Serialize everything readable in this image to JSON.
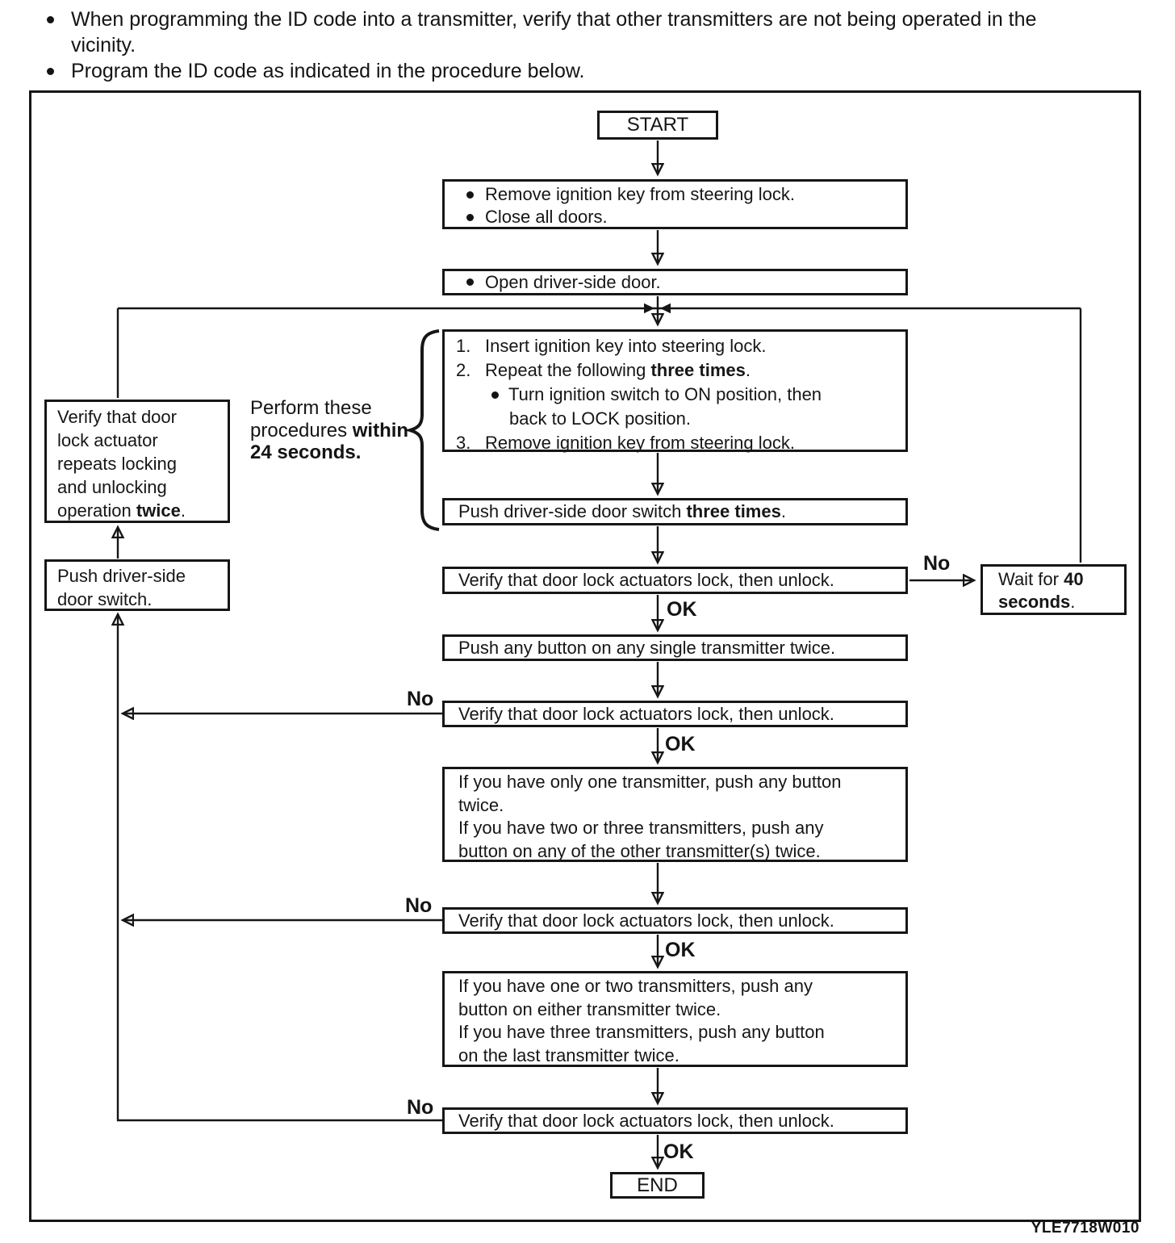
{
  "document": {
    "notes": [
      {
        "lines": [
          "When programming the ID code into a transmitter, verify that other transmitters are not being operated in the",
          "vicinity."
        ]
      },
      {
        "lines": [
          "Program the ID code as indicated in the procedure below."
        ]
      }
    ],
    "figure_code": "YLE7718W010"
  },
  "flowchart": {
    "terminals": {
      "start": "START",
      "end": "END"
    },
    "labels": {
      "ok": "OK",
      "no": "No"
    },
    "annotation": {
      "lines": [
        [
          {
            "t": "Perform these"
          }
        ],
        [
          {
            "t": "procedures "
          },
          {
            "t": "within",
            "b": true
          }
        ],
        [
          {
            "t": "24 seconds.",
            "b": true
          }
        ]
      ]
    },
    "boxes": {
      "prepare": {
        "bullets": [
          [
            {
              "t": "Remove ignition key from steering lock."
            }
          ],
          [
            {
              "t": "Close all doors."
            }
          ]
        ]
      },
      "open_door": {
        "bullets": [
          [
            {
              "t": "Open driver-side door."
            }
          ]
        ]
      },
      "key_cycle": {
        "lines": [
          {
            "marker": "1.",
            "segments": [
              {
                "t": "Insert ignition key into steering lock."
              }
            ]
          },
          {
            "marker": "2.",
            "segments": [
              {
                "t": "Repeat the following "
              },
              {
                "t": "three times",
                "b": true
              },
              {
                "t": "."
              }
            ]
          },
          {
            "marker": "",
            "segments": [
              {
                "t": "Turn ignition switch to ON position, then"
              }
            ]
          },
          {
            "marker": "",
            "segments": [
              {
                "t": "back to LOCK position."
              }
            ]
          },
          {
            "marker": "3.",
            "segments": [
              {
                "t": "Remove ignition key from steering lock."
              }
            ]
          }
        ]
      },
      "push_switch_three": {
        "segments": [
          {
            "t": "Push driver-side door switch "
          },
          {
            "t": "three times",
            "b": true
          },
          {
            "t": "."
          }
        ]
      },
      "verify_lock_unlock": {
        "text": "Verify that door lock actuators lock, then unlock."
      },
      "wait": {
        "lines": [
          [
            {
              "t": "Wait for "
            },
            {
              "t": "40",
              "b": true
            }
          ],
          [
            {
              "t": "seconds",
              "b": true
            },
            {
              "t": "."
            }
          ]
        ]
      },
      "push_any_single": {
        "text": "Push any button on any single transmitter twice."
      },
      "one_transmitter": {
        "lines": [
          [
            {
              "t": "If you have only one transmitter, push any button"
            }
          ],
          [
            {
              "t": "twice."
            }
          ],
          [
            {
              "t": "If you have two or three transmitters, push any"
            }
          ],
          [
            {
              "t": "button on any of the other transmitter(s) twice."
            }
          ]
        ]
      },
      "two_transmitters": {
        "lines": [
          [
            {
              "t": "If you have one or two transmitters, push any"
            }
          ],
          [
            {
              "t": "button on either transmitter twice."
            }
          ],
          [
            {
              "t": "If you have three transmitters, push any button"
            }
          ],
          [
            {
              "t": "on the last transmitter twice."
            }
          ]
        ]
      },
      "left_verify": {
        "lines": [
          [
            {
              "t": "Verify that door"
            }
          ],
          [
            {
              "t": "lock actuator"
            }
          ],
          [
            {
              "t": "repeats locking"
            }
          ],
          [
            {
              "t": "and unlocking"
            }
          ],
          [
            {
              "t": "operation "
            },
            {
              "t": "twice",
              "b": true
            },
            {
              "t": "."
            }
          ]
        ]
      },
      "left_push": {
        "lines": [
          [
            {
              "t": "Push driver-side"
            }
          ],
          [
            {
              "t": "door switch."
            }
          ]
        ]
      }
    }
  }
}
